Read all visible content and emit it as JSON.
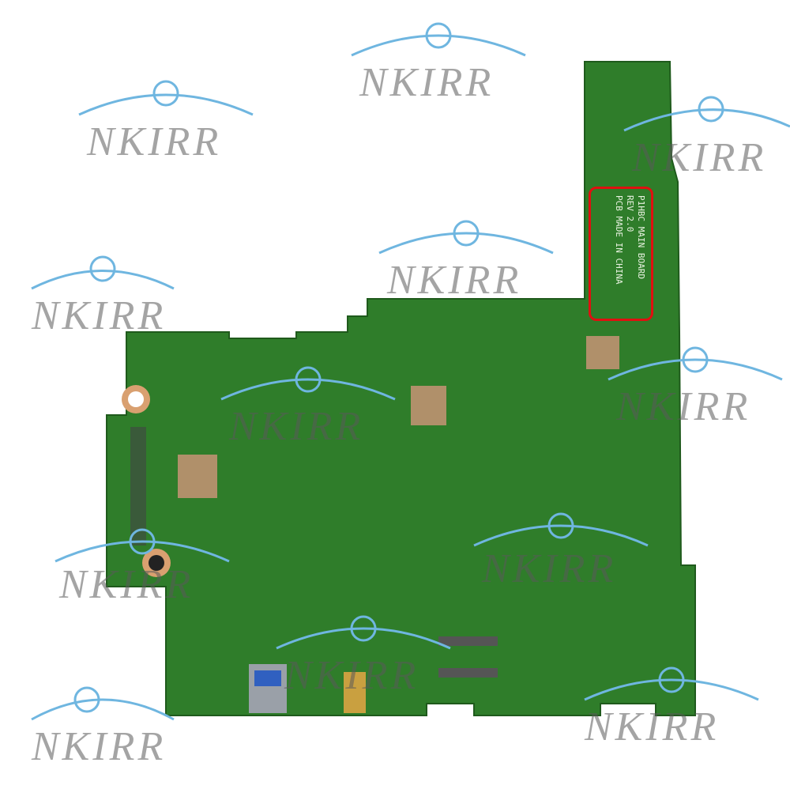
{
  "board_label": {
    "line1": "P1HBC MAIN BOARD",
    "line2": "REV 2.0",
    "line3": "PCB MADE IN CHINA"
  },
  "watermark": "NKIRR",
  "colors": {
    "pcb": "#2f7d2a",
    "highlight": "#e01010",
    "watermark": "#5a5a5a",
    "arc": "#6fb6e0"
  }
}
